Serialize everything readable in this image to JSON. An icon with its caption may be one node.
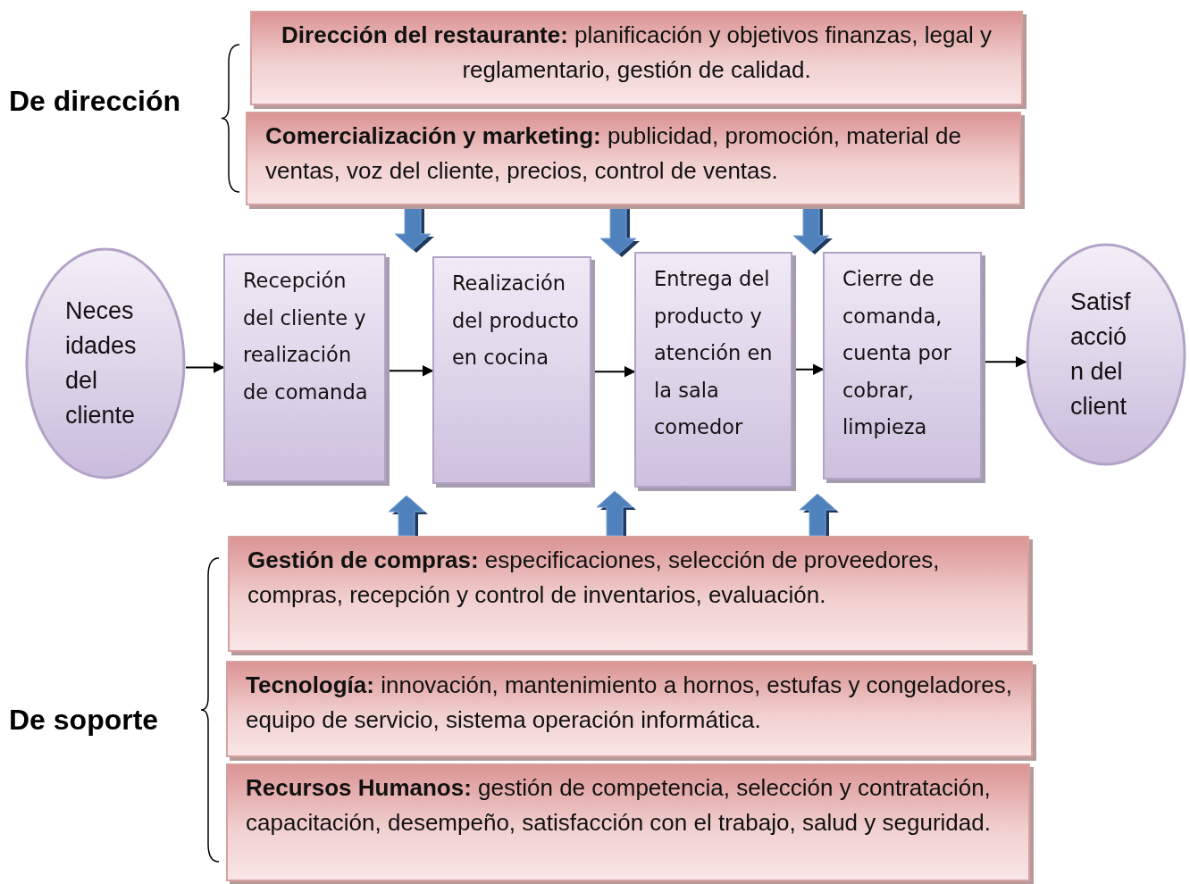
{
  "diagram": {
    "nodes": [
      {
        "text": [
          "**Dirección del restaurante:** planificación y objetivos finanzas, legal y reglamentario, gestión de calidad."
        ]
      },
      {
        "text": [
          "**Comercialización y marketing:** publicidad, promoción, material de ventas, voz del cliente, precios, control de ventas."
        ]
      },
      {
        "text": [
          "Neces idades del cliente"
        ]
      },
      {
        "text": [
          "Recepción del cliente y realización de comanda"
        ]
      },
      {
        "text": [
          "Realización del producto en cocina"
        ]
      },
      {
        "text": [
          "Entrega del producto y atención en la sala comedor"
        ]
      },
      {
        "text": [
          "Cierre de comanda, cuenta por cobrar, limpieza"
        ]
      },
      {
        "text": [
          "Satisf acció n del client"
        ]
      },
      {
        "text": [
          "**Gestión de compras:** especificaciones, selección de proveedores, compras, recepción y control de inventarios, evaluación."
        ]
      },
      {
        "text": [
          "**Tecnología:** innovación, mantenimiento a hornos, estufas y congeladores, equipo de servicio, sistema operación informática."
        ]
      },
      {
        "text": [
          "**Recursos Humanos:** gestión de competencia, selección y contratación, capacitación, desempeño, satisfacción con el trabajo, salud y seguridad."
        ]
      }
    ],
    "edges": [
      {
        "from": 2,
        "to": 3,
        "arrow": "to"
      },
      {
        "from": 3,
        "to": 4,
        "arrow": "to"
      },
      {
        "from": 4,
        "to": 5,
        "arrow": "to"
      },
      {
        "from": 5,
        "to": 6,
        "arrow": "to"
      },
      {
        "from": 6,
        "to": 7,
        "arrow": "to"
      },
      {
        "from": 1,
        "to": null,
        "arrow": "to",
        "style": "thick",
        "color": "#4f81bd"
      },
      {
        "from": 1,
        "to": null,
        "arrow": "to",
        "style": "thick",
        "color": "#4f81bd"
      },
      {
        "from": 1,
        "to": null,
        "arrow": "to",
        "style": "thick",
        "color": "#4f81bd"
      },
      {
        "from": 8,
        "to": null,
        "arrow": "to",
        "style": "thick",
        "color": "#4f81bd"
      },
      {
        "from": 8,
        "to": null,
        "arrow": "to",
        "style": "thick",
        "color": "#4f81bd"
      },
      {
        "from": 8,
        "to": null,
        "arrow": "to",
        "style": "thick",
        "color": "#4f81bd"
      }
    ],
    "labels": [
      "De dirección",
      "De soporte"
    ]
  }
}
